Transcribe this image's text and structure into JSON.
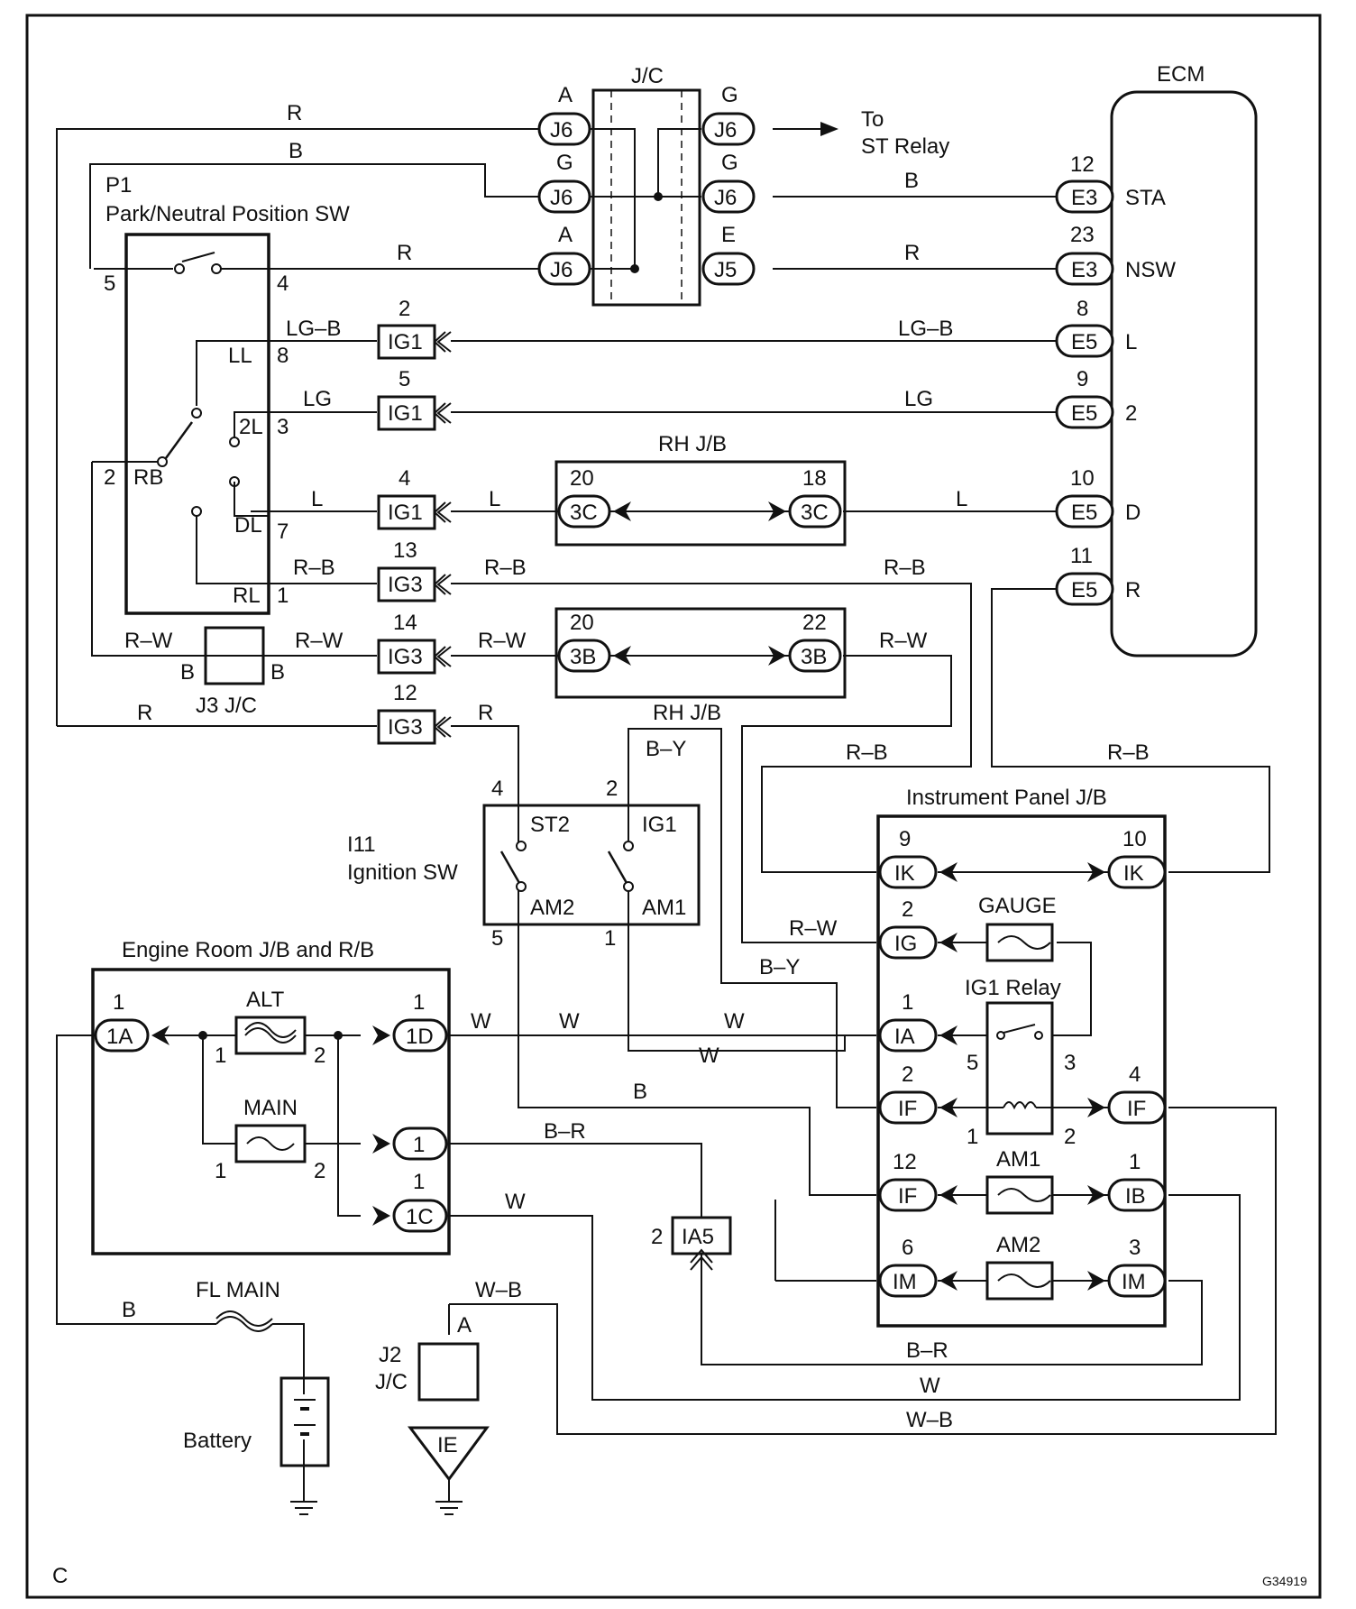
{
  "labels": {
    "jc": "J/C",
    "ecm": "ECM",
    "to": "To",
    "st_relay": "ST Relay",
    "sta": "STA",
    "nsw": "NSW",
    "ecm_l": "L",
    "ecm_2": "2",
    "ecm_d": "D",
    "ecm_r": "R",
    "p1_code": "P1",
    "p1_name": "Park/Neutral Position SW",
    "ll": "LL",
    "2l": "2L",
    "rb": "RB",
    "dl": "DL",
    "rl": "RL",
    "rh_jb": "RH J/B",
    "rh_jb2": "RH J/B",
    "j3_jc": "J3 J/C",
    "j3_b1": "B",
    "j3_b2": "B",
    "i11_code": "I11",
    "i11_name": "Ignition SW",
    "st2": "ST2",
    "ig1": "IG1",
    "am2": "AM2",
    "am1": "AM1",
    "ipjb": "Instrument Panel J/B",
    "gauge": "GAUGE",
    "ig1_relay": "IG1 Relay",
    "am1_fuse": "AM1",
    "am2_fuse": "AM2",
    "erjb": "Engine Room J/B and R/B",
    "alt": "ALT",
    "main": "MAIN",
    "fl_main": "FL MAIN",
    "battery": "Battery",
    "j2": "J2",
    "j2_jc": "J/C",
    "j2_a": "A",
    "ie": "IE",
    "corner": "C",
    "fig_id": "G34919"
  },
  "connectors": {
    "j6a1": "J6",
    "j6g1": "J6",
    "j6a2": "J6",
    "j6g2": "J6",
    "j6g3": "J6",
    "j5": "J5",
    "e3a": "E3",
    "e3b": "E3",
    "e5a": "E5",
    "e5b": "E5",
    "e5c": "E5",
    "e5d": "E5",
    "ig1a": "IG1",
    "ig1b": "IG1",
    "ig1c": "IG1",
    "ig3a": "IG3",
    "ig3b": "IG3",
    "ig3c": "IG3",
    "3ca": "3C",
    "3cb": "3C",
    "3ba": "3B",
    "3bb": "3B",
    "ika": "IK",
    "ikb": "IK",
    "ig": "IG",
    "ia": "IA",
    "ifa": "IF",
    "ifb": "IF",
    "ifc": "IF",
    "ib": "IB",
    "ima": "IM",
    "imb": "IM",
    "ia5": "IA5",
    "1a": "1A",
    "1d": "1D",
    "c1": "1",
    "1c": "1C"
  },
  "pins": {
    "ja1": "A",
    "jg1": "G",
    "ja2": "A",
    "jg2": "G",
    "jg3": "G",
    "je": "E",
    "e12": "12",
    "e23": "23",
    "e8": "8",
    "e9": "9",
    "e10": "10",
    "e11": "11",
    "p5": "5",
    "p4": "4",
    "p8": "8",
    "p3": "3",
    "p2": "2",
    "p7": "7",
    "p1": "1",
    "ig1_2": "2",
    "ig1_5": "5",
    "ig1_4": "4",
    "ig3_13": "13",
    "ig3_14": "14",
    "ig3_12": "12",
    "rh20a": "20",
    "rh18": "18",
    "rh20b": "20",
    "rh22": "22",
    "s4": "4",
    "s2": "2",
    "s5": "5",
    "s1": "1",
    "ik9": "9",
    "ik10": "10",
    "ig_2": "2",
    "ia_1": "1",
    "r5": "5",
    "r3": "3",
    "if2": "2",
    "r1": "1",
    "r2": "2",
    "if4": "4",
    "if12": "12",
    "ib1": "1",
    "im6": "6",
    "im3": "3",
    "er1a": "1",
    "er1d": "1",
    "alt1": "1",
    "alt2": "2",
    "main1": "1",
    "main2": "2",
    "er1c": "1",
    "ia5_2": "2"
  },
  "wires": {
    "r1": "R",
    "b1": "B",
    "b2": "B",
    "r2": "R",
    "r3": "R",
    "lgb1": "LG–B",
    "lgb2": "LG–B",
    "lg1": "LG",
    "lg2": "LG",
    "l1": "L",
    "l2": "L",
    "l3": "L",
    "rb1": "R–B",
    "rb2": "R–B",
    "rb3": "R–B",
    "rb4": "R–B",
    "rb5": "R–B",
    "rw1": "R–W",
    "rw2": "R–W",
    "rw3": "R–W",
    "rw4": "R–W",
    "rw5": "R–W",
    "r4": "R",
    "r5": "R",
    "by1": "B–Y",
    "by2": "B–Y",
    "w1": "W",
    "w2": "W",
    "w3": "W",
    "w4": "W",
    "w5": "W",
    "w6": "W",
    "b3": "B",
    "b4": "B",
    "br1": "B–R",
    "br2": "B–R",
    "wb1": "W–B",
    "wb2": "W–B"
  }
}
